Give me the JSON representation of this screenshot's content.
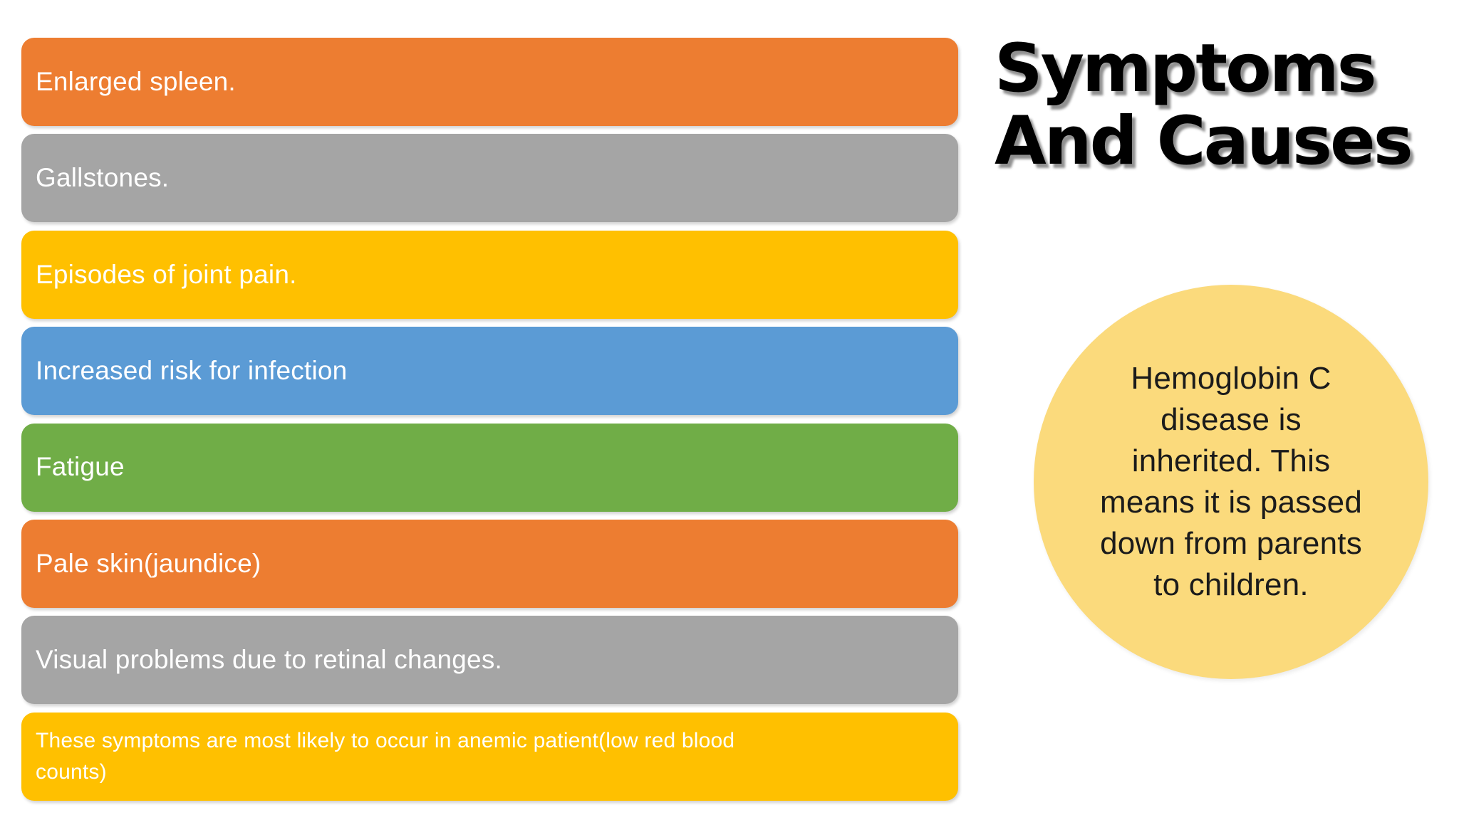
{
  "slide": {
    "background": "#FFFFFF",
    "title": {
      "text": "Symptoms\nAnd Causes",
      "color": "#000000"
    },
    "symptoms": {
      "text_color": "#FFFFFF",
      "items": [
        {
          "label": "Enlarged spleen.",
          "color": "#ED7D31"
        },
        {
          "label": "Gallstones.",
          "color": "#A5A5A5"
        },
        {
          "label": "Episodes of joint pain.",
          "color": "#FFC000"
        },
        {
          "label": "Increased risk for infection",
          "color": "#5B9BD5"
        },
        {
          "label": "Fatigue",
          "color": "#70AD47"
        },
        {
          "label": "Pale skin(jaundice)",
          "color": "#ED7D31"
        },
        {
          "label": "Visual problems due to retinal changes.",
          "color": "#A5A5A5"
        },
        {
          "label": "These symptoms are most likely to occur in anemic patient(low red blood\ncounts)",
          "color": "#FFC000"
        }
      ]
    },
    "cause_circle": {
      "text": "Hemoglobin C\ndisease is\ninherited. This\nmeans it is passed\ndown from parents\nto children.",
      "fill": "#FBDA7C",
      "text_color": "#1B1B1B"
    }
  }
}
